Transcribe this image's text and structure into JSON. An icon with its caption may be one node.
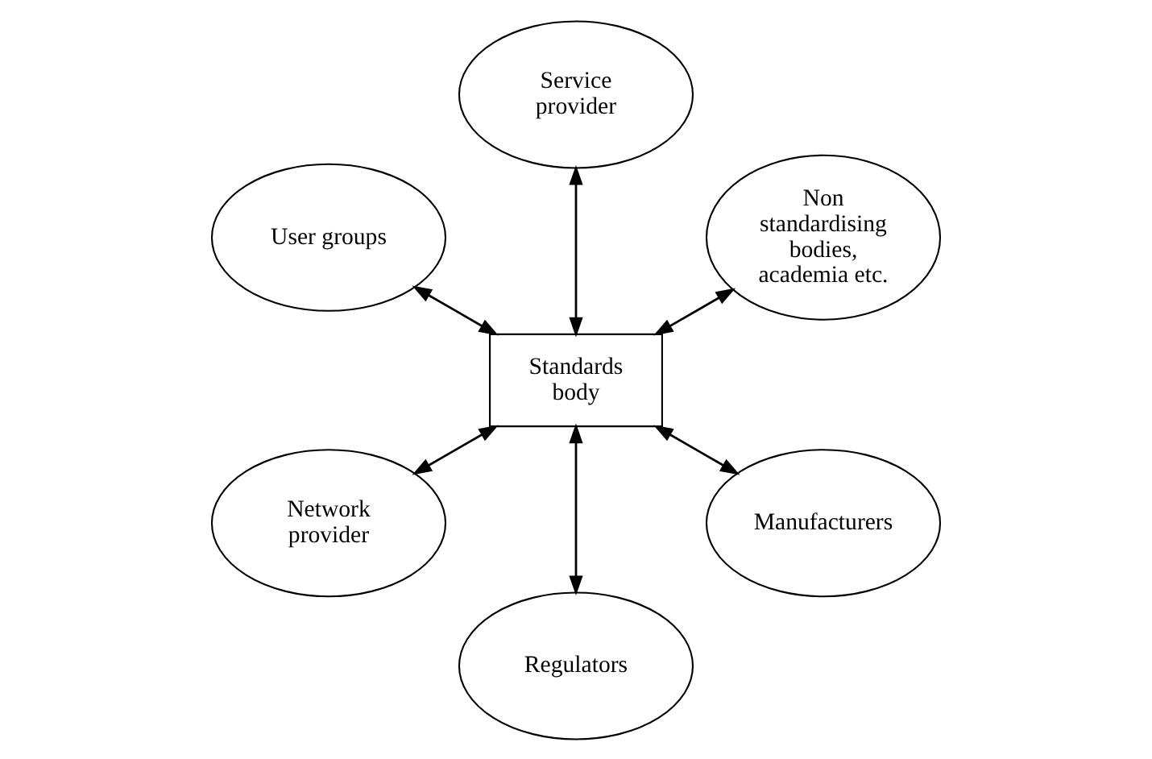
{
  "diagram": {
    "nodes": [
      {
        "text": [
          "Non standardising bodies, academia etc."
        ]
      },
      {
        "text": [
          "Service provider"
        ]
      },
      {
        "text": [
          "User groups"
        ]
      },
      {
        "text": [
          "Standards body"
        ]
      },
      {
        "text": [
          "Network provider"
        ]
      },
      {
        "text": [
          "Regulators"
        ]
      },
      {
        "text": [
          "Manufacturers"
        ]
      }
    ],
    "edges": [
      {
        "from": 3,
        "to": 0,
        "arrow": "both"
      },
      {
        "from": 3,
        "to": 1,
        "arrow": "both"
      },
      {
        "from": 3,
        "to": 2,
        "arrow": "both"
      },
      {
        "from": 3,
        "to": 4,
        "arrow": "both"
      },
      {
        "from": 3,
        "to": 5,
        "arrow": "both"
      },
      {
        "from": 3,
        "to": 6,
        "arrow": "both"
      }
    ]
  }
}
